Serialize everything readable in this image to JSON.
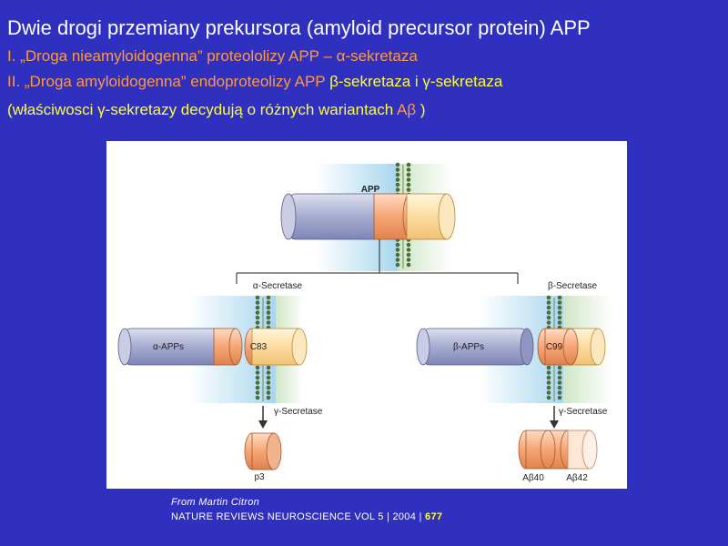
{
  "slide": {
    "title": "Dwie drogi przemiany prekursora (amyloid precursor protein) APP",
    "line1": "I. „Droga nieamyloidogenna” proteololizy APP – α-sekretaza",
    "line2_a": "II. „Droga amyloidogenna” endoproteolizy APP ",
    "line2_b": "β-sekretaza i γ-sekretaza",
    "line3_a": "(właściwosci γ-sekretazy decydują o różnych wariantach ",
    "line3_b": "Aβ",
    "line3_c": " )"
  },
  "diagram": {
    "app": "APP",
    "alpha_secretase": "α-Secretase",
    "beta_secretase": "β-Secretase",
    "alpha_apps": "α-APPs",
    "beta_apps": "β-APPs",
    "c83": "C83",
    "c99": "C99",
    "gamma_left": "γ-Secretase",
    "gamma_right": "γ-Secretase",
    "p3": "p3",
    "ab40": "Aβ40",
    "ab42": "Aβ42"
  },
  "credit": {
    "author": "From Martin Citron",
    "journal": "NATURE REVIEWS NEUROSCIENCE VOL 5 | 2004 | ",
    "page": "677"
  }
}
